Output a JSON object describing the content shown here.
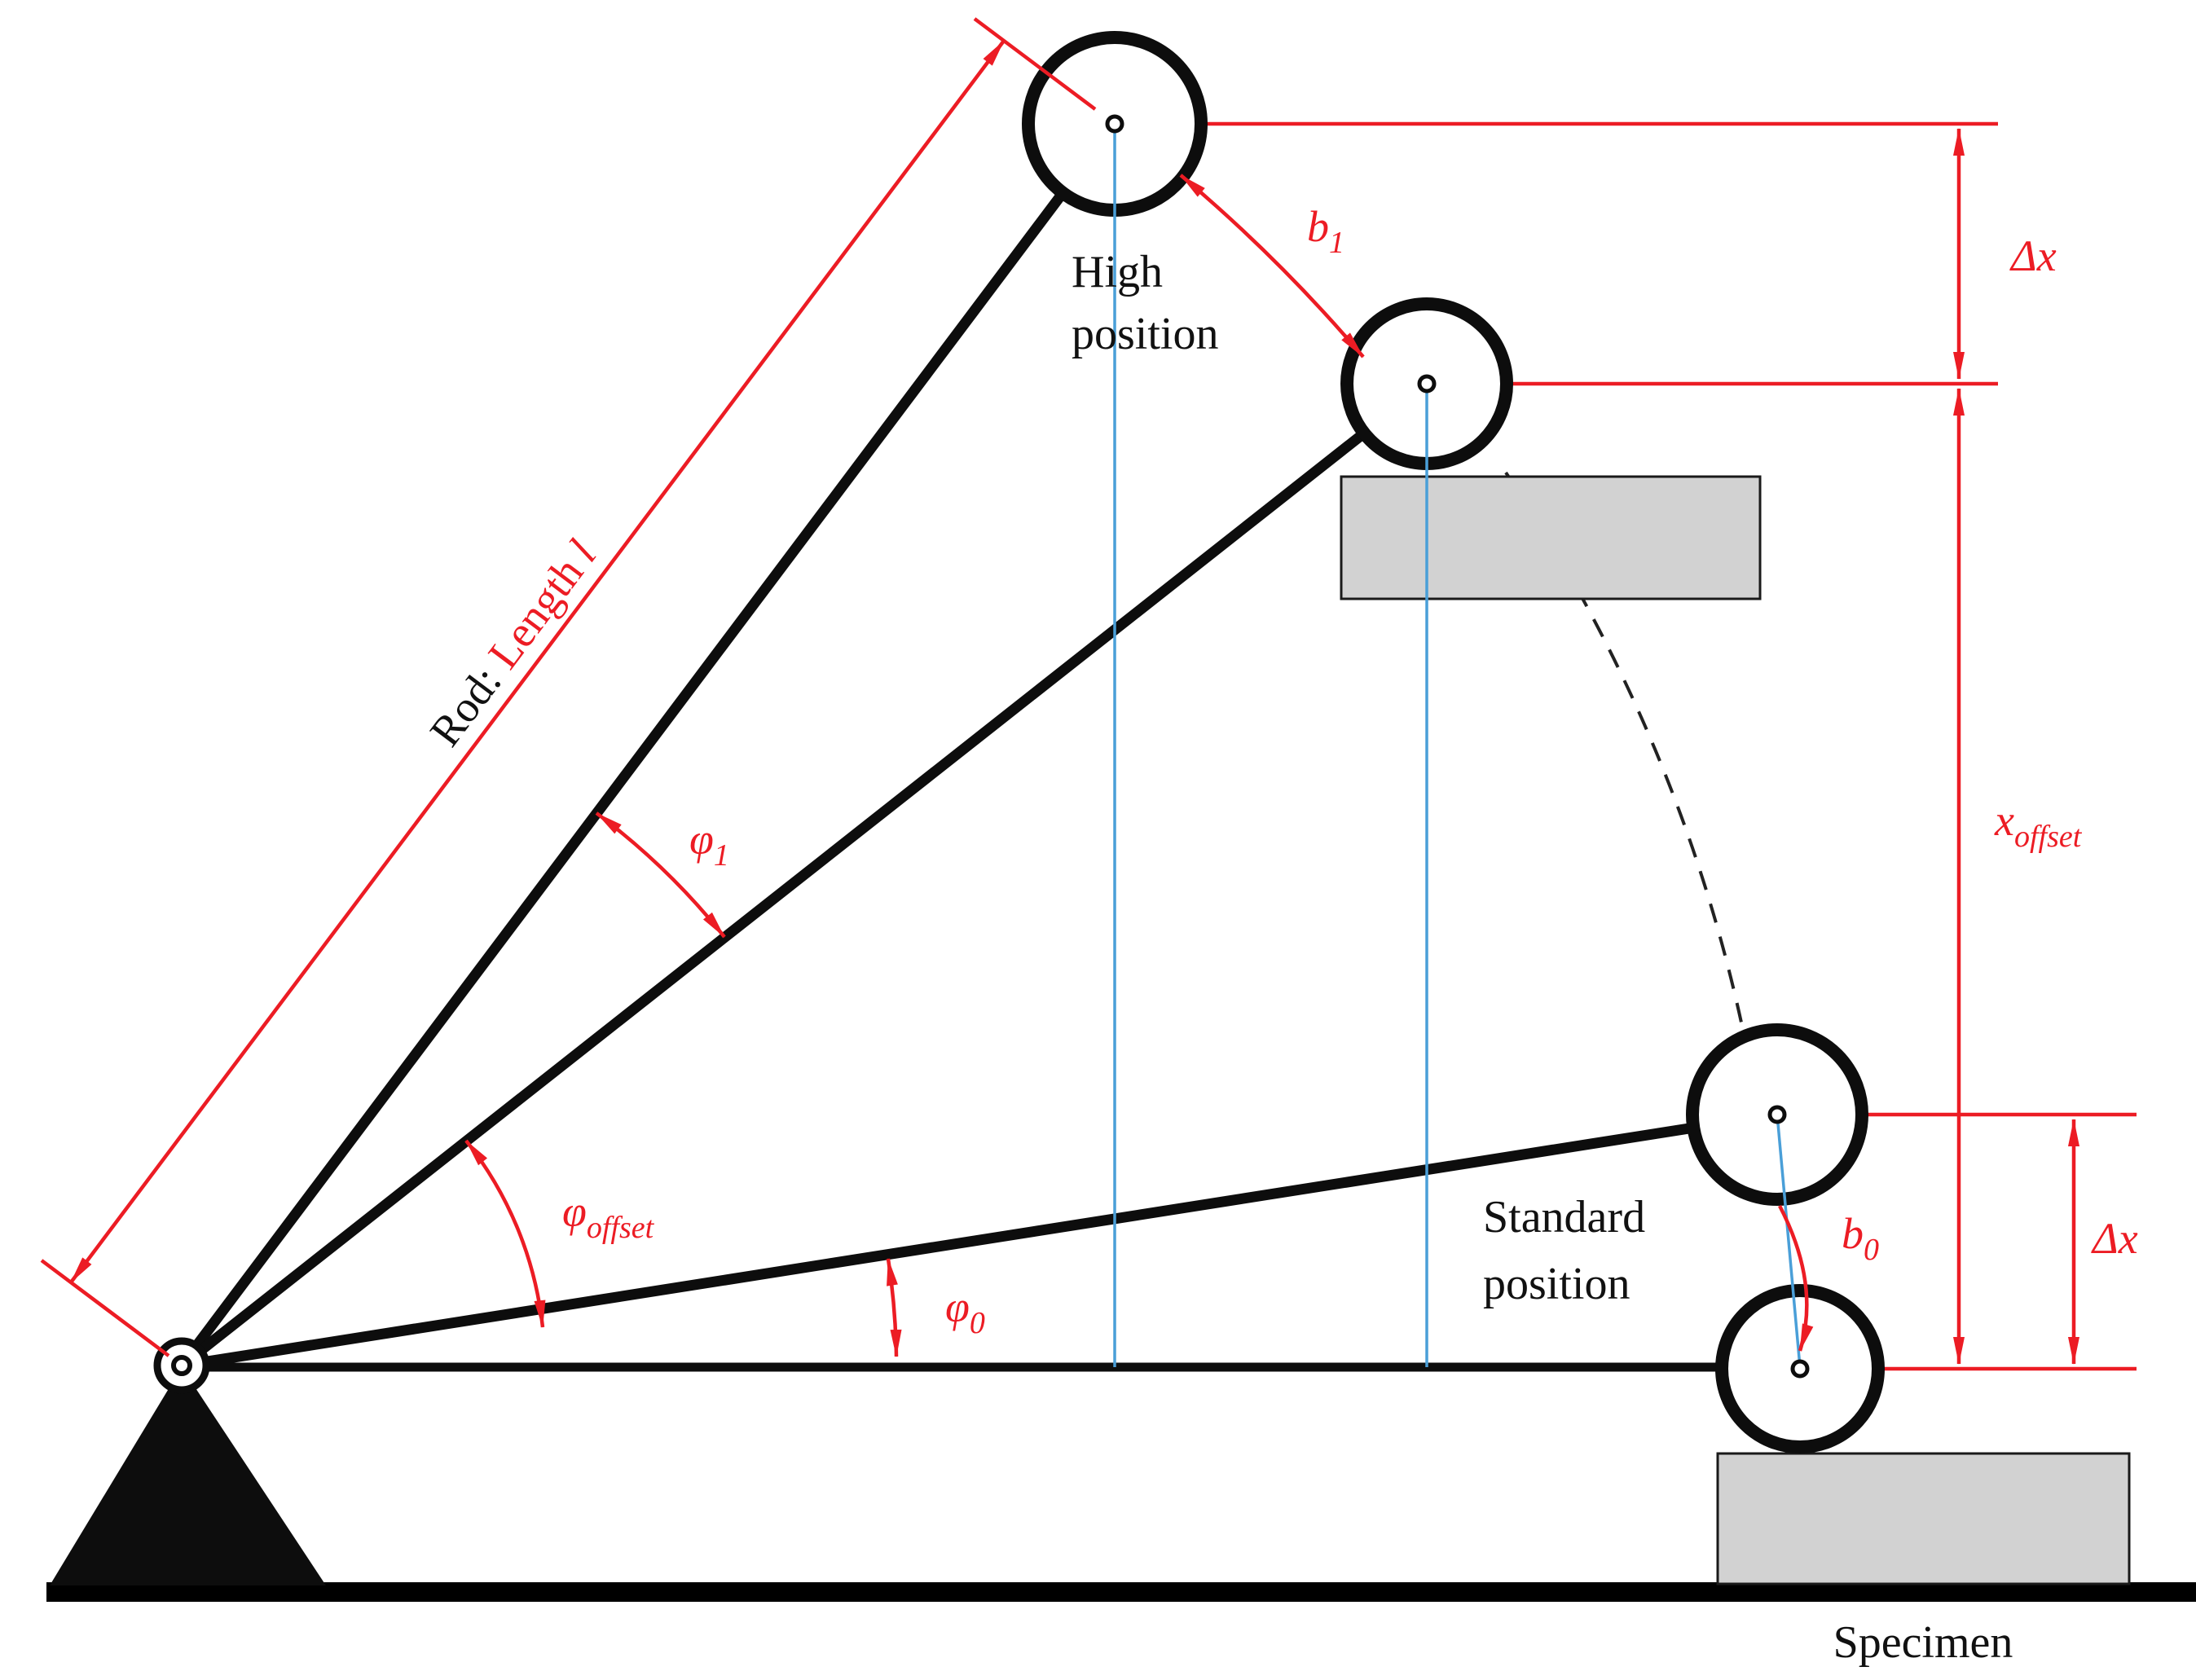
{
  "labels": {
    "high_position_line1": "High",
    "high_position_line2": "position",
    "standard_position_line1": "Standard",
    "standard_position_line2": "position",
    "specimen": "Specimen",
    "rod_prefix": "Rod:",
    "rod_length_word": "Length",
    "rod_length_symbol": "l",
    "delta_x_top": "Δx",
    "delta_x_bottom": "Δx",
    "x_offset": {
      "base": "x",
      "sub": "offset"
    },
    "phi_1": {
      "base": "φ",
      "sub": "1"
    },
    "phi_offset": {
      "base": "φ",
      "sub": "offset"
    },
    "phi_0": {
      "base": "φ",
      "sub": "0"
    },
    "b_1": {
      "base": "b",
      "sub": "1"
    },
    "b_0": {
      "base": "b",
      "sub": "0"
    }
  },
  "colors": {
    "dimension_red": "#ec1c24",
    "rod_black": "#0d0d0d",
    "guide_blue": "#4a9fd8",
    "block_gray": "#d2d2d2",
    "ground_black": "#000000"
  }
}
